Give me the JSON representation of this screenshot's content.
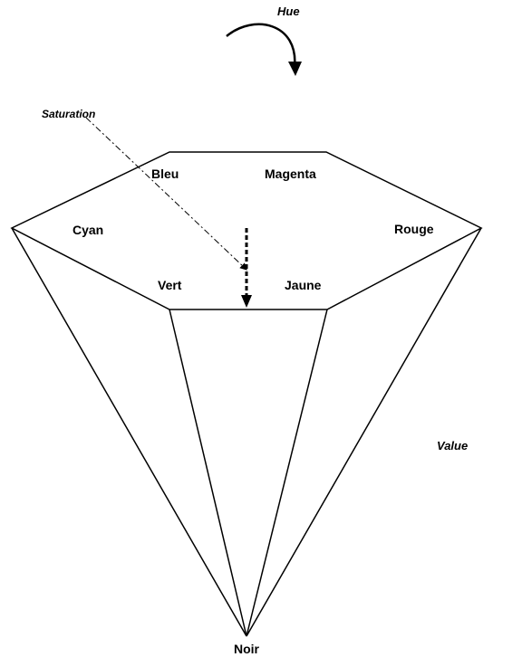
{
  "diagram": {
    "labels": {
      "hue": "Hue",
      "saturation": "Saturation",
      "value": "Value",
      "bleu": "Bleu",
      "magenta": "Magenta",
      "cyan": "Cyan",
      "rouge": "Rouge",
      "vert": "Vert",
      "jaune": "Jaune",
      "noir": "Noir"
    },
    "colors": {
      "stroke": "#000000",
      "background": "#ffffff"
    }
  }
}
